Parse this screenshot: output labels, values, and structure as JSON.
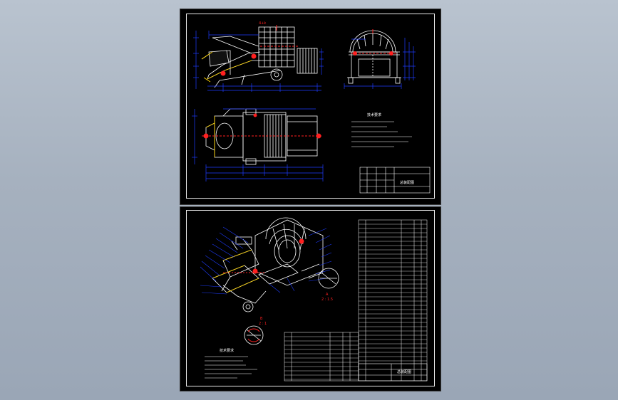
{
  "top_sheet": {
    "tech_req_title": "技术要求",
    "title_block_name": "总装配图",
    "top_mark": "4+k"
  },
  "bottom_sheet": {
    "tech_req_title": "技术要求",
    "title_block_name": "总装配图",
    "section_label_a": "A",
    "section_scale_a": "2 : 1.5",
    "section_label_b": "B",
    "section_scale_b": "2 : 1"
  },
  "colors": {
    "background": "#a6b1bf",
    "sheet": "#000000",
    "lines": "#ffffff",
    "dimensions": "#1e3cff",
    "accent": "#ff2020",
    "highlight": "#ffd400"
  }
}
